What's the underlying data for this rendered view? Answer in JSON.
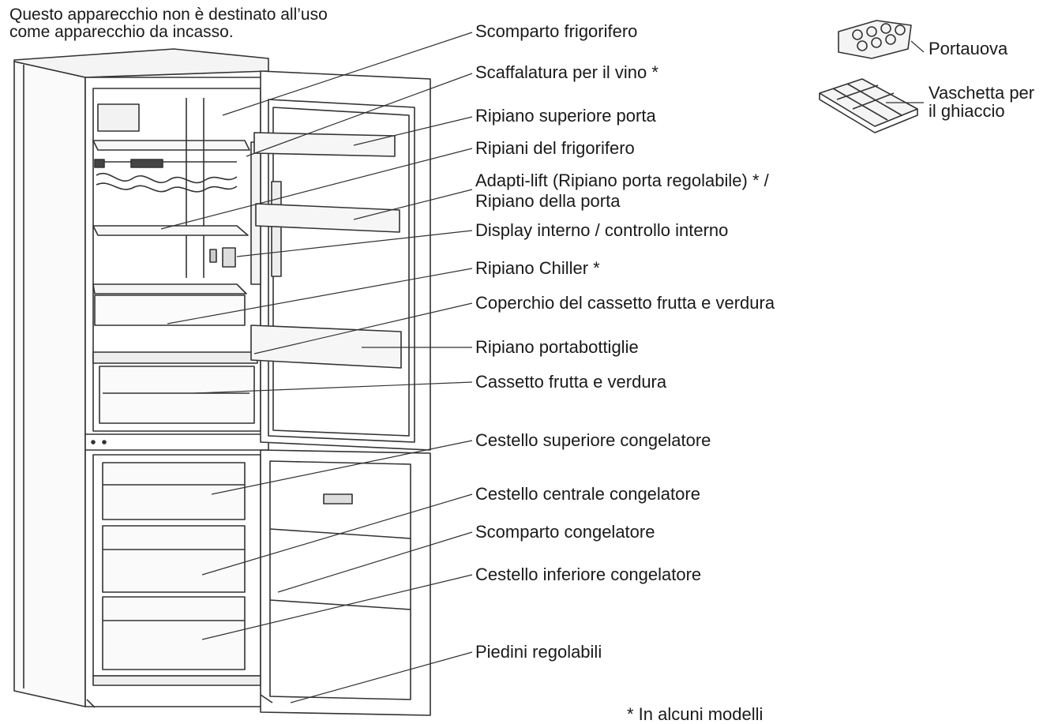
{
  "note": {
    "line1": "Questo apparecchio non è destinato all’uso",
    "line2": "come apparecchio da incasso."
  },
  "labels": [
    {
      "id": "fridge-compartment",
      "text": "Scomparto frigorifero"
    },
    {
      "id": "wine-rack",
      "text": "Scaffalatura per il vino *"
    },
    {
      "id": "upper-door-shelf",
      "text": "Ripiano superiore porta"
    },
    {
      "id": "fridge-shelves",
      "text": "Ripiani del frigorifero"
    },
    {
      "id": "adapti-lift-1",
      "text": "Adapti-lift (Ripiano porta regolabile) * /"
    },
    {
      "id": "adapti-lift-2",
      "text": "Ripiano della porta"
    },
    {
      "id": "internal-display",
      "text": "Display interno / controllo interno"
    },
    {
      "id": "chiller-shelf",
      "text": "Ripiano Chiller *"
    },
    {
      "id": "crisper-cover",
      "text": "Coperchio del cassetto frutta e verdura"
    },
    {
      "id": "bottle-shelf",
      "text": "Ripiano portabottiglie"
    },
    {
      "id": "crisper-drawer",
      "text": "Cassetto frutta e verdura"
    },
    {
      "id": "freezer-upper-basket",
      "text": "Cestello superiore congelatore"
    },
    {
      "id": "freezer-middle-basket",
      "text": "Cestello centrale congelatore"
    },
    {
      "id": "freezer-compartment",
      "text": "Scomparto congelatore"
    },
    {
      "id": "freezer-lower-basket",
      "text": "Cestello inferiore congelatore"
    },
    {
      "id": "adjustable-feet",
      "text": "Piedini regolabili"
    }
  ],
  "accessories": {
    "egg_tray": "Portauova",
    "ice_tray_line1": "Vaschetta per",
    "ice_tray_line2": "il ghiaccio"
  },
  "footnote": "* In alcuni modelli"
}
